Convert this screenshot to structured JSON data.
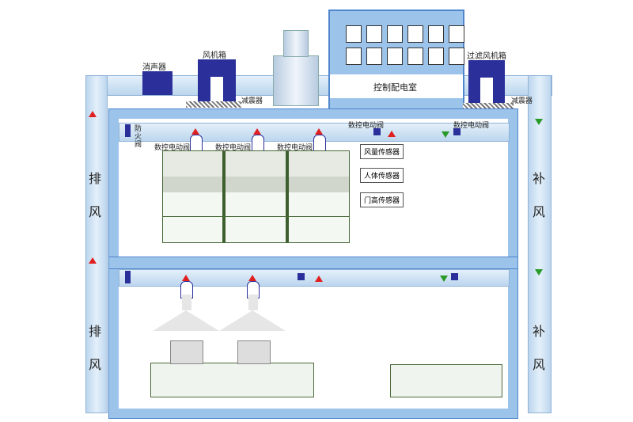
{
  "labels": {
    "silencer": "消声器",
    "fan_box": "风机箱",
    "damper_left": "减震器",
    "control_room": "控制配电室",
    "filter_fan_box": "过滤风机箱",
    "damper_right": "减震器",
    "fire_valve": "防火阀",
    "valve": "数控电动阀",
    "airflow_sensor": "风量传感器",
    "body_sensor": "人体传感器",
    "door_sensor": "门高传感器",
    "exhaust": "排风",
    "supply": "补风"
  },
  "colors": {
    "wall": "#9cc3ea",
    "fan": "#2a2f9a",
    "exhaust_arrow": "#e02020",
    "supply_arrow": "#2a9a2a"
  }
}
